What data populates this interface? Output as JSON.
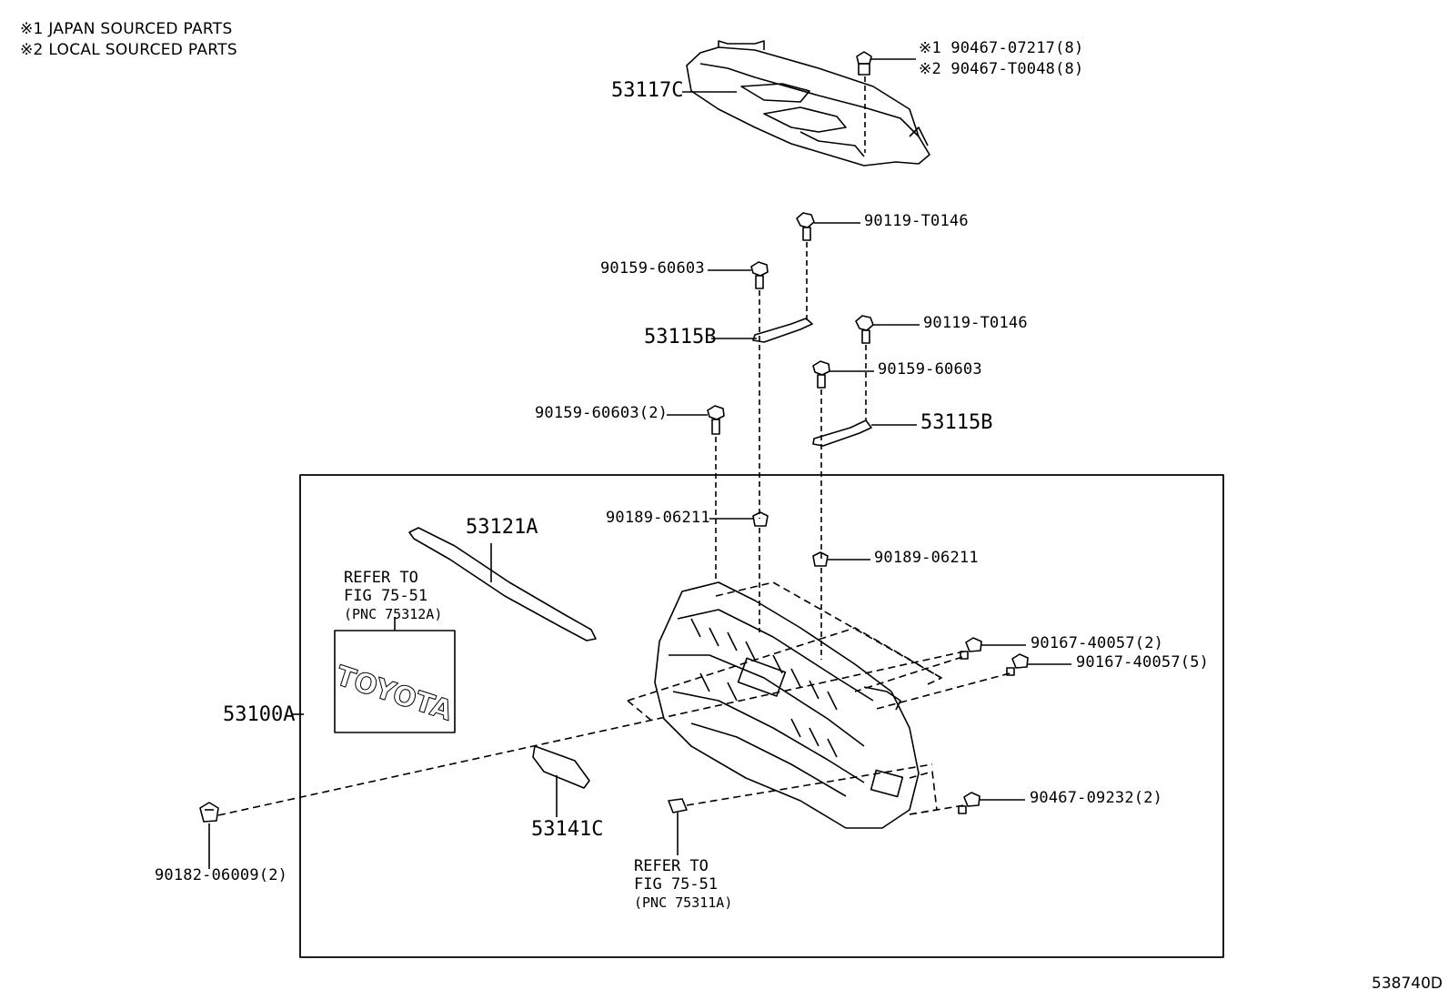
{
  "legend": [
    "※1 JAPAN SOURCED PARTS",
    "※2 LOCAL SOURCED PARTS"
  ],
  "parts": {
    "undercover": "53117C",
    "clip_japan": "※1 90467-07217(8)",
    "clip_local": "※2 90467-T0048(8)",
    "bolt_top_1": "90119-T0146",
    "screw_1": "90159-60603",
    "bracket_1": "53115B",
    "bolt_top_2": "90119-T0146",
    "screw_2": "90159-60603",
    "screw_3": "90159-60603(2)",
    "bracket_2": "53115B",
    "nut_1": "90189-06211",
    "nut_2": "90189-06211",
    "molding": "53121A",
    "grille": "53100A",
    "clip_1": "90167-40057(2)",
    "clip_2": "90167-40057(5)",
    "clip_3": "90467-09232(2)",
    "nut_3": "90182-06009(2)",
    "insert": "53141C"
  },
  "notes": {
    "emblem_ref": [
      "REFER TO",
      "FIG 75-51",
      "(PNC 75312A)"
    ],
    "lower_ref": [
      "REFER TO",
      "FIG 75-51",
      "(PNC 75311A)"
    ]
  },
  "emblem_text": "TOYOTA",
  "diagram_code": "538740D"
}
